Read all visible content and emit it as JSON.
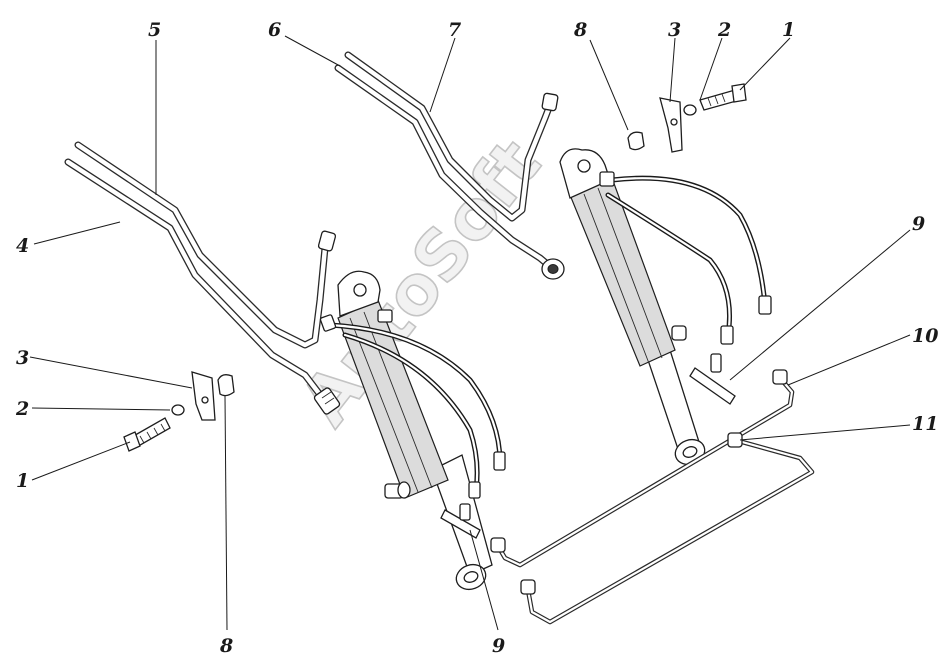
{
  "watermark": "AutoSoft",
  "callouts": [
    {
      "id": "c5",
      "text": "5"
    },
    {
      "id": "c6",
      "text": "6"
    },
    {
      "id": "c7",
      "text": "7"
    },
    {
      "id": "c8top",
      "text": "8"
    },
    {
      "id": "c3top",
      "text": "3"
    },
    {
      "id": "c2top",
      "text": "2"
    },
    {
      "id": "c1top",
      "text": "1"
    },
    {
      "id": "c4",
      "text": "4"
    },
    {
      "id": "c9right",
      "text": "9"
    },
    {
      "id": "c10",
      "text": "10"
    },
    {
      "id": "c3left",
      "text": "3"
    },
    {
      "id": "c2left",
      "text": "2"
    },
    {
      "id": "c1left",
      "text": "1"
    },
    {
      "id": "c11",
      "text": "11"
    },
    {
      "id": "c8bot",
      "text": "8"
    },
    {
      "id": "c9bot",
      "text": "9"
    }
  ]
}
